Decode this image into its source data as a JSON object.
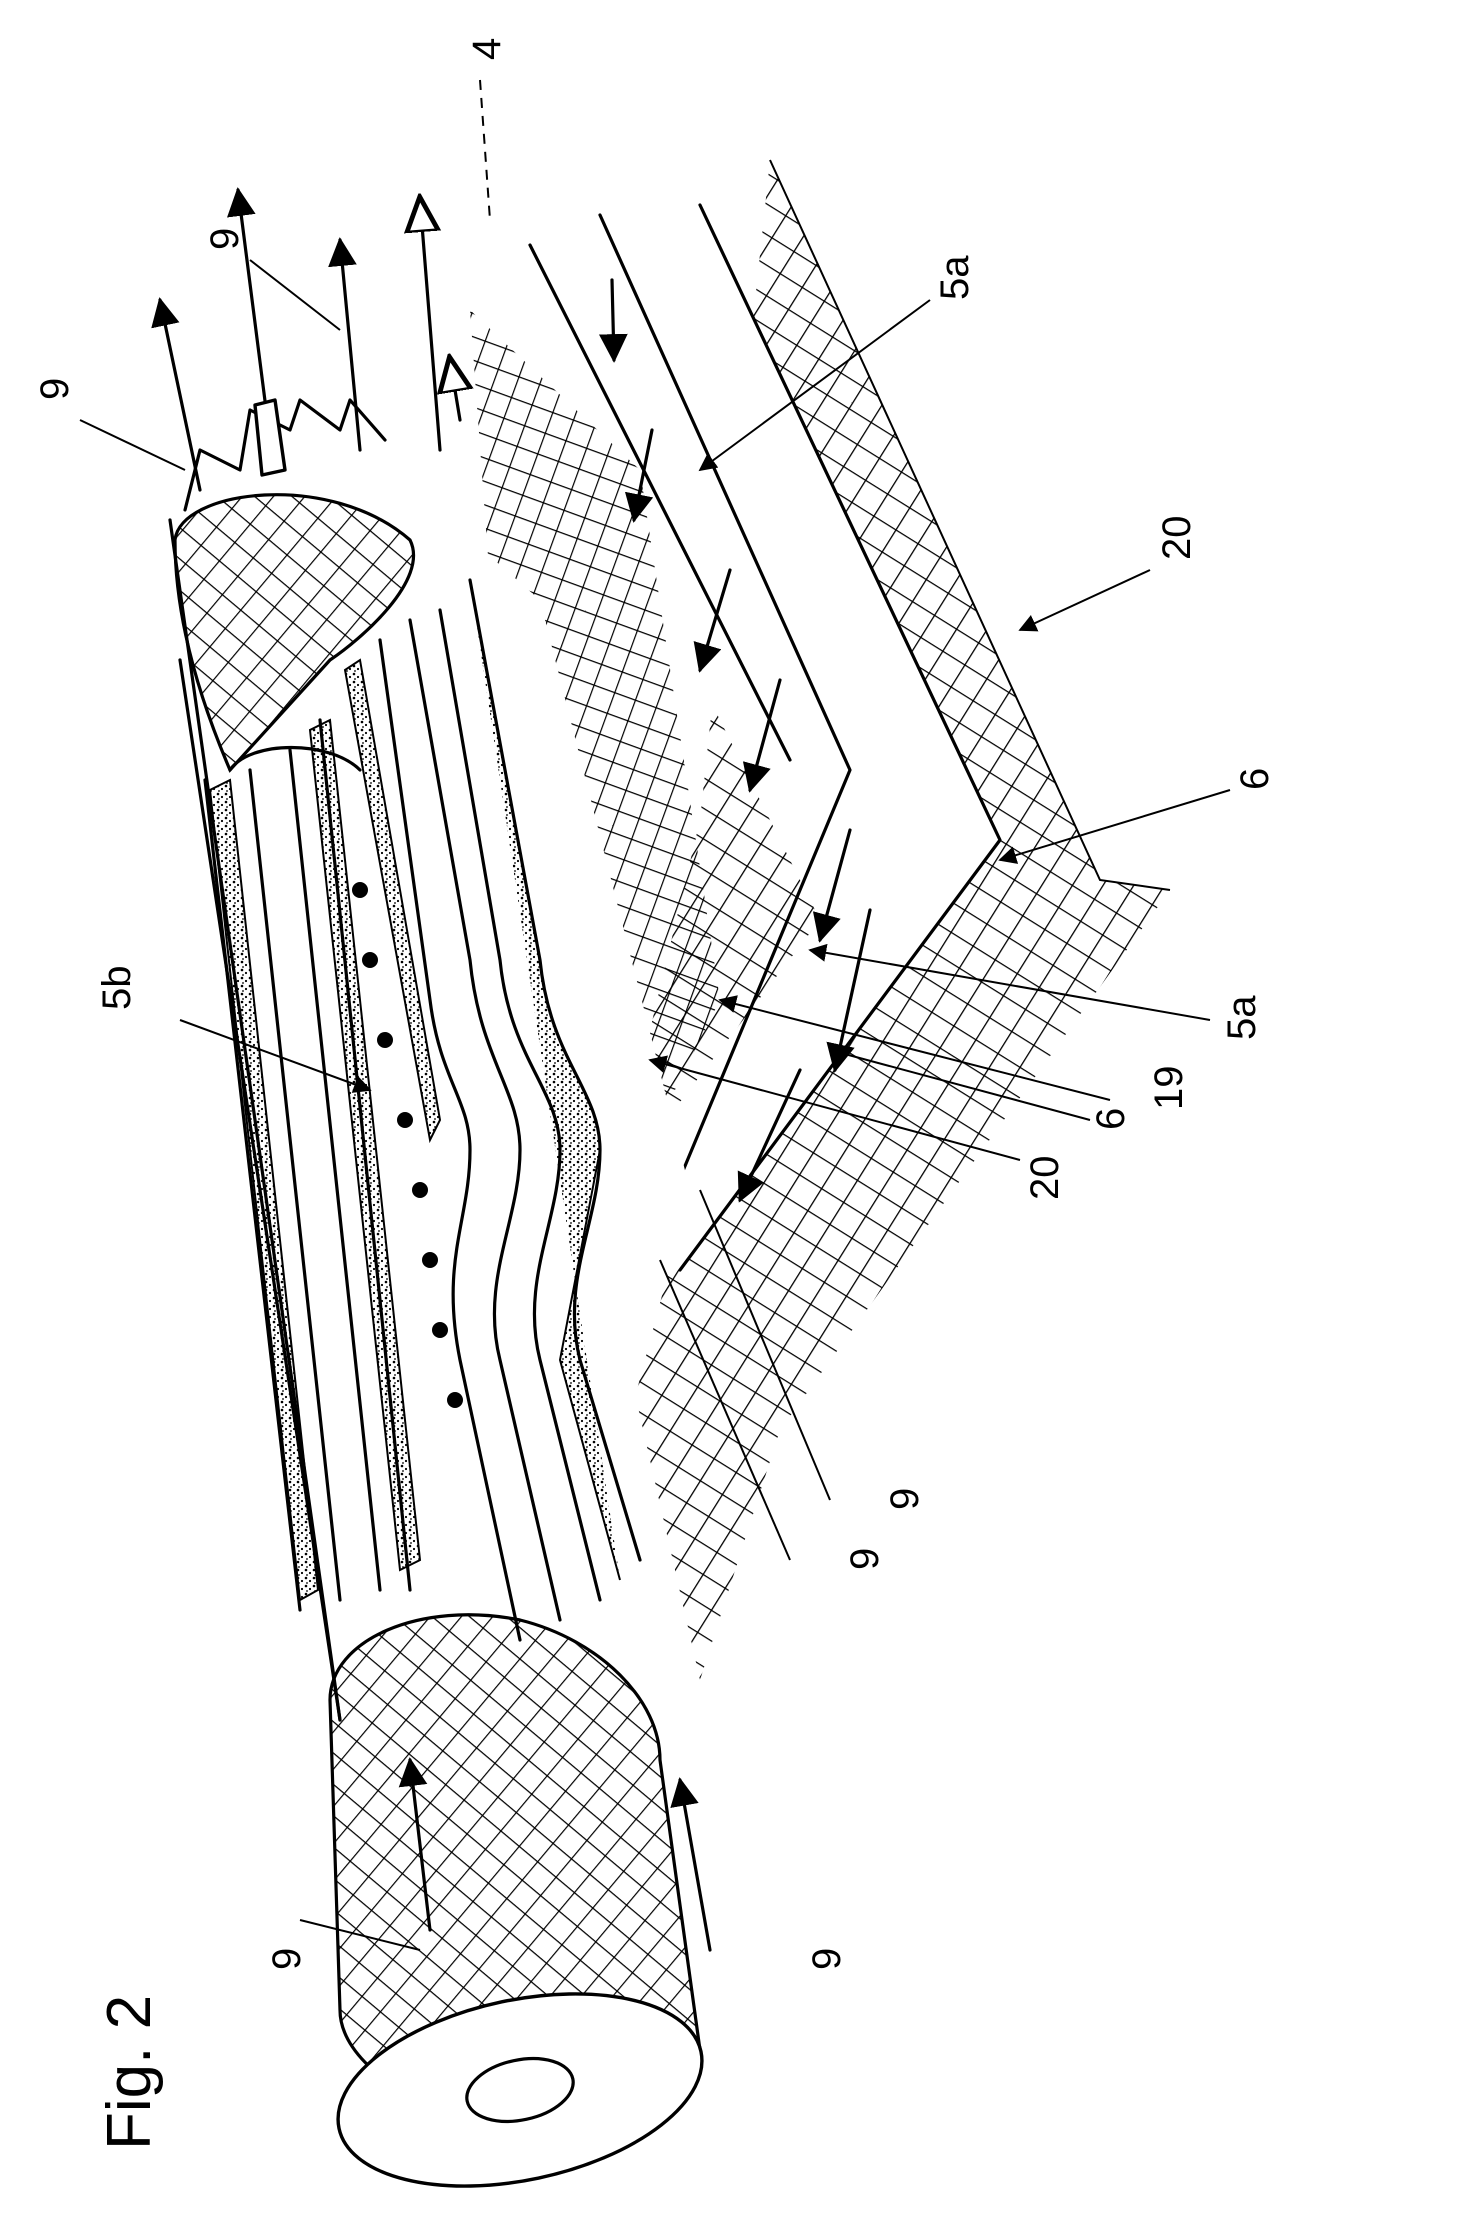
{
  "figure": {
    "caption": "Fig. 2",
    "labels": {
      "l4": "4",
      "l5a_top": "5a",
      "l5a_mid": "5a",
      "l5b": "5b",
      "l6_right": "6",
      "l6_mid": "6",
      "l9_top_left": "9",
      "l9_top_mid": "9",
      "l9_right_a": "9",
      "l9_right_b": "9",
      "l9_bottom_a": "9",
      "l9_bottom_b": "9",
      "l19": "19",
      "l20_right": "20",
      "l20_mid": "20"
    }
  }
}
